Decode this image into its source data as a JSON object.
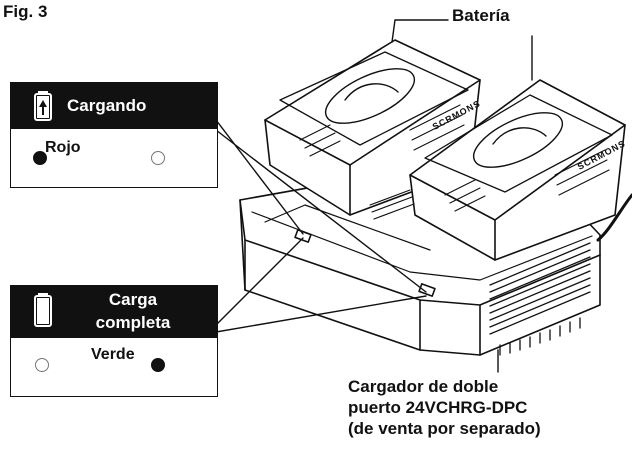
{
  "figure": {
    "label": "Fig. 3"
  },
  "callouts": {
    "battery": "Batería",
    "charger": [
      "Cargador de doble",
      "puerto 24VCHRG-DPC",
      "(de venta por separado)"
    ]
  },
  "battery_brand": "SCRMONS",
  "status": {
    "charging": {
      "title": "Cargando",
      "color_label": "Rojo",
      "icon": "battery-charging-icon"
    },
    "full": {
      "title_line1": "Carga",
      "title_line2": "completa",
      "color_label": "Verde",
      "icon": "battery-full-icon"
    }
  }
}
